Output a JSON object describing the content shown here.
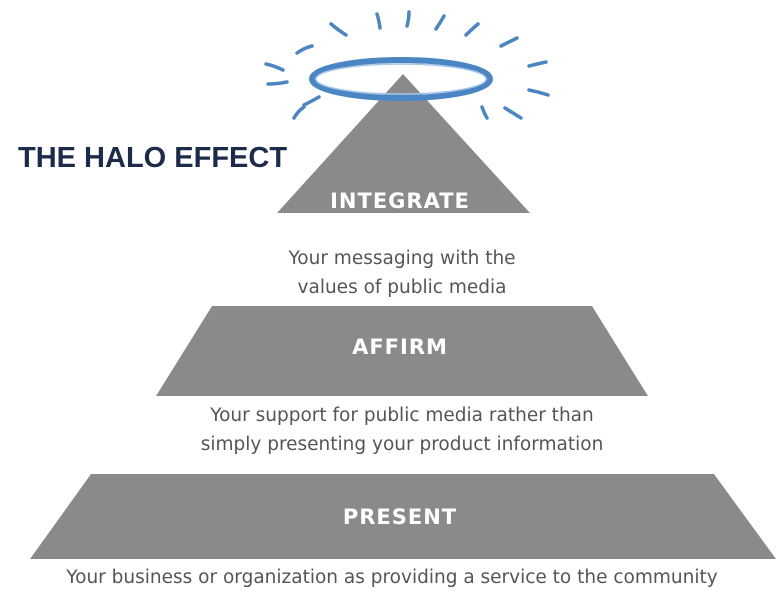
{
  "title": "THE HALO EFFECT",
  "colors": {
    "tier_fill": "#8a8a8d",
    "halo_stroke": "#4a86c4",
    "ray_stroke": "#4a86c4",
    "title_text": "#1c2b4a",
    "caption_text": "#555555"
  },
  "icons": {
    "halo": "halo-icon",
    "rays": "radiating-rays-icon"
  },
  "tiers": [
    {
      "label": "INTEGRATE",
      "caption_lines": [
        "Your messaging with the",
        "values of public media"
      ]
    },
    {
      "label": "AFFIRM",
      "caption_lines": [
        "Your support for public media rather than",
        "simply presenting your product information"
      ]
    },
    {
      "label": "PRESENT",
      "caption_lines": [
        "Your business or organization as providing a service to the community"
      ]
    }
  ]
}
